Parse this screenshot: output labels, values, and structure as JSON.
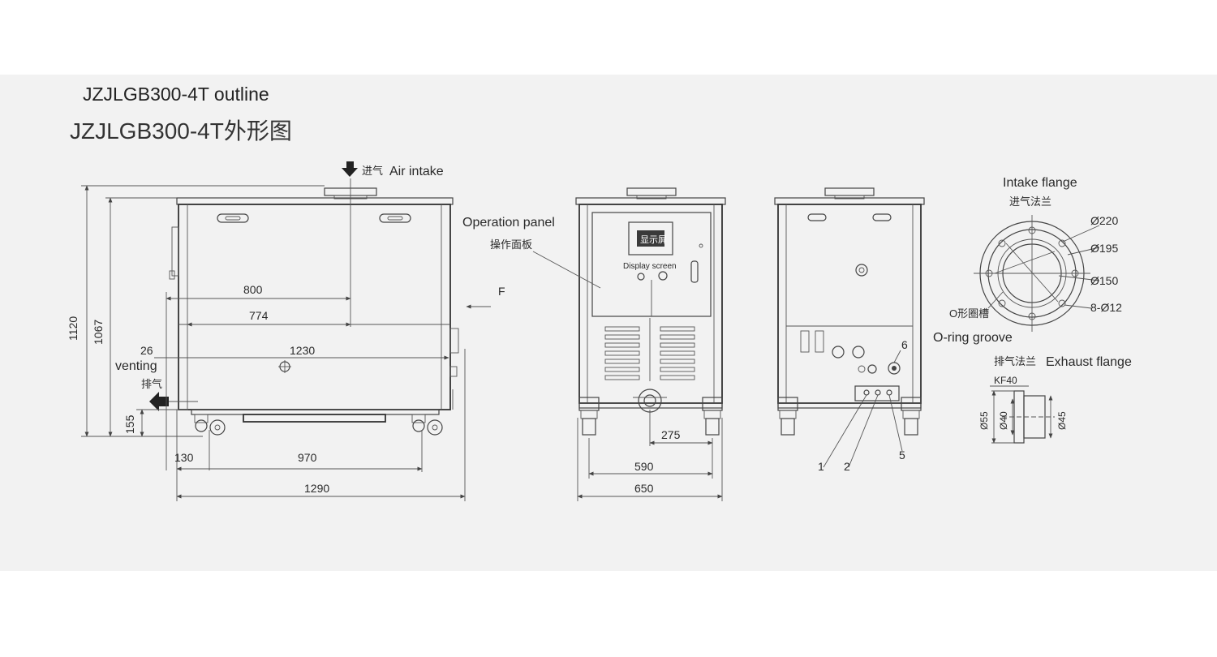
{
  "title_en": "JZJLGB300-4T outline",
  "title_cn": "JZJLGB300-4T外形图",
  "labels": {
    "air_intake_cn": "进气",
    "air_intake_en": "Air intake",
    "operation_panel_en": "Operation panel",
    "operation_panel_cn": "操作面板",
    "display_screen": "Display screen",
    "display_cn": "显示屏",
    "venting_en": "venting",
    "venting_cn": "排气",
    "direction_f": "F",
    "intake_flange_en": "Intake flange",
    "intake_flange_cn": "进气法兰",
    "oring_cn": "O形圈槽",
    "oring_en": "O-ring groove",
    "exhaust_flange_cn": "排气法兰",
    "exhaust_flange_en": "Exhaust flange",
    "kf": "KF40"
  },
  "dimensions": {
    "h1120": "1120",
    "h1067": "1067",
    "h155": "155",
    "w800": "800",
    "w774": "774",
    "w26": "26",
    "w1230": "1230",
    "w130": "130",
    "w970": "970",
    "w1290": "1290",
    "w275": "275",
    "w590": "590",
    "w650": "650",
    "d220": "Ø220",
    "d195": "Ø195",
    "d150": "Ø150",
    "holes": "8-Ø12",
    "d55": "Ø55",
    "d40": "Ø40",
    "d45": "Ø45"
  },
  "callouts": {
    "c1": "1",
    "c2": "2",
    "c5": "5",
    "c6": "6"
  }
}
